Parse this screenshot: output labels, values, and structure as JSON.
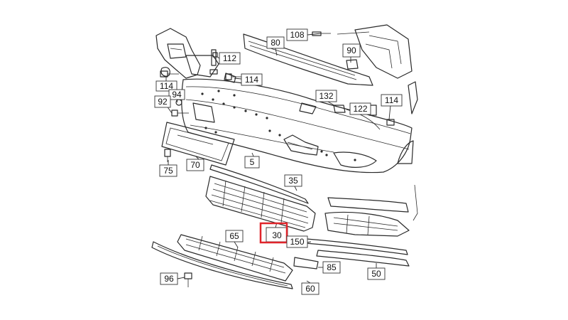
{
  "diagram": {
    "accent_color": "#e0252b",
    "highlighted_part": "30",
    "callouts": [
      {
        "id": "108",
        "label": "108"
      },
      {
        "id": "80",
        "label": "80"
      },
      {
        "id": "90",
        "label": "90"
      },
      {
        "id": "112",
        "label": "112"
      },
      {
        "id": "114a",
        "label": "114"
      },
      {
        "id": "114b",
        "label": "114"
      },
      {
        "id": "114c",
        "label": "114"
      },
      {
        "id": "94",
        "label": "94"
      },
      {
        "id": "92",
        "label": "92"
      },
      {
        "id": "132",
        "label": "132"
      },
      {
        "id": "122",
        "label": "122"
      },
      {
        "id": "75",
        "label": "75"
      },
      {
        "id": "70",
        "label": "70"
      },
      {
        "id": "5",
        "label": "5"
      },
      {
        "id": "35",
        "label": "35"
      },
      {
        "id": "65",
        "label": "65"
      },
      {
        "id": "30",
        "label": "30"
      },
      {
        "id": "150",
        "label": "150"
      },
      {
        "id": "85",
        "label": "85"
      },
      {
        "id": "50",
        "label": "50"
      },
      {
        "id": "96",
        "label": "96"
      },
      {
        "id": "60",
        "label": "60"
      }
    ]
  }
}
